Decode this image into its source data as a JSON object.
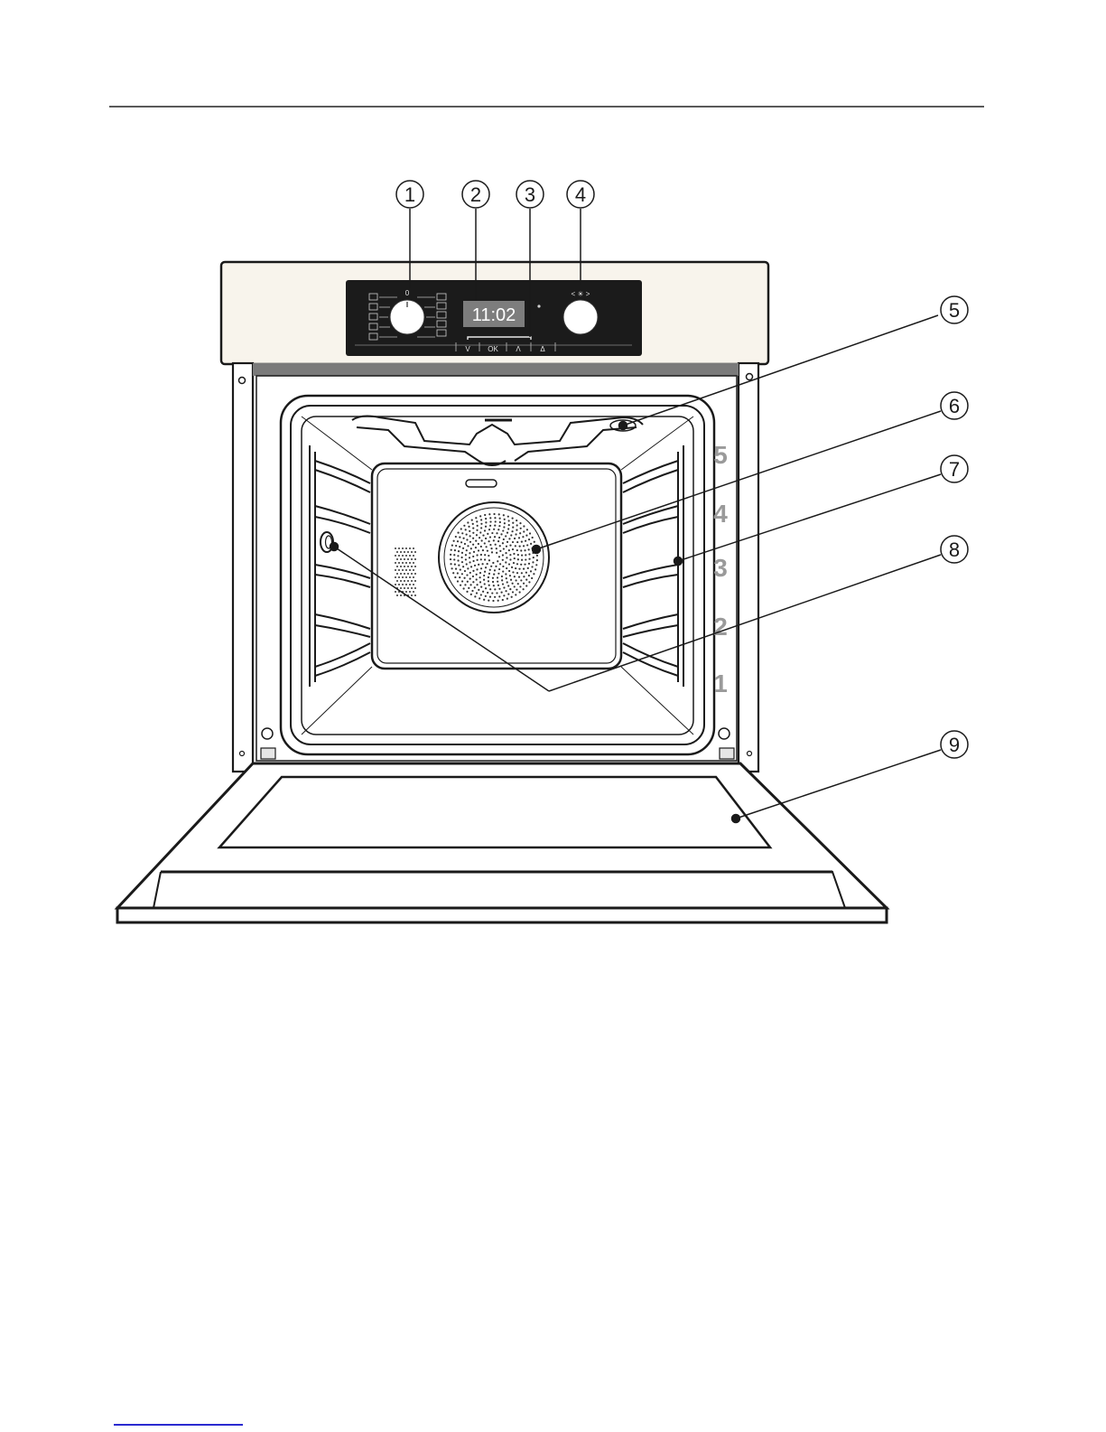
{
  "display": {
    "time": "11:02"
  },
  "panel": {
    "touch_labels": [
      "V",
      "OK",
      "Λ",
      "Δ"
    ],
    "right_selector": "< ☀ >",
    "left_dial_mark": "0"
  },
  "callouts": [
    "1",
    "2",
    "3",
    "4",
    "5",
    "6",
    "7",
    "8",
    "9"
  ],
  "shelf_levels": [
    "5",
    "4",
    "3",
    "2",
    "1"
  ],
  "colors": {
    "panel": "#1b1b1b",
    "fascia": "#f8f4ec",
    "shelf_numbers": "#9a9a9a",
    "link_underline": "#2a2ad0"
  }
}
